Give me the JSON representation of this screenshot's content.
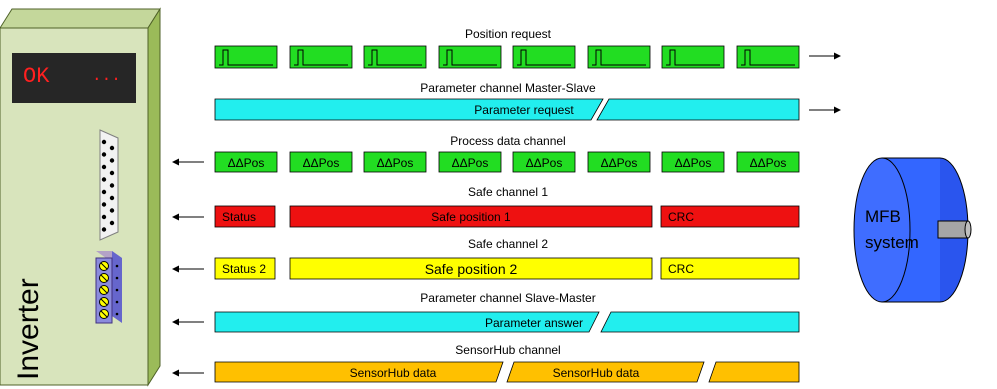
{
  "inverter": {
    "label": "Inverter",
    "display_text": "OK",
    "display_dots": "..."
  },
  "channels": {
    "position_request": {
      "title": "Position request"
    },
    "param_ms": {
      "title": "Parameter channel Master-Slave",
      "label": "Parameter request"
    },
    "process_data": {
      "title": "Process data channel",
      "cell_label": "ΔΔPos"
    },
    "safe1": {
      "title": "Safe channel 1",
      "status": "Status",
      "position": "Safe position 1",
      "crc": "CRC"
    },
    "safe2": {
      "title": "Safe channel 2",
      "status": "Status 2",
      "position": "Safe position 2",
      "crc": "CRC"
    },
    "param_sm": {
      "title": "Parameter channel Slave-Master",
      "label": "Parameter answer"
    },
    "sensorhub": {
      "title": "SensorHub channel",
      "label1": "SensorHub data",
      "label2": "SensorHub data"
    }
  },
  "motor": {
    "line1": "MFB",
    "line2": "system"
  },
  "colors": {
    "green": "#22dd22",
    "cyan": "#22eeee",
    "red": "#ee1111",
    "yellow": "#ffff00",
    "orange": "#ffc000",
    "panel": "#d8e4bc",
    "motor": "#3366ff"
  }
}
